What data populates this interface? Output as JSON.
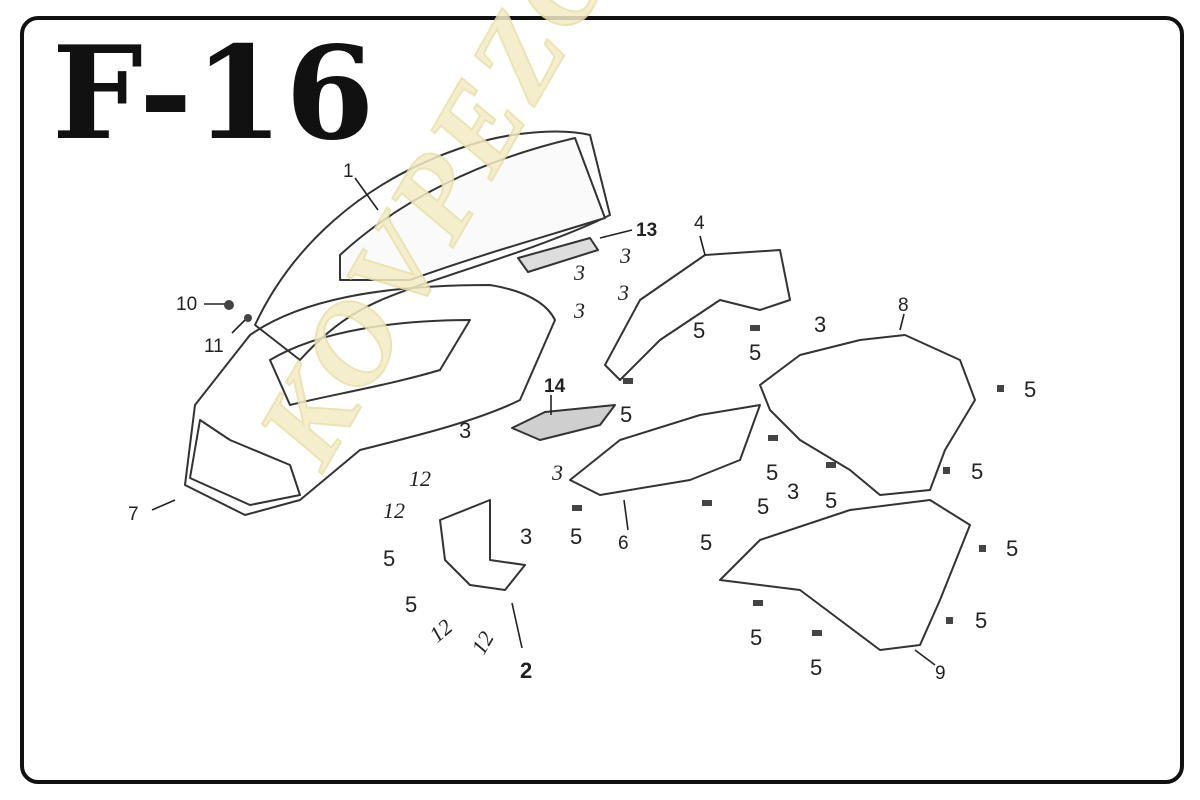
{
  "diagram": {
    "code": "F-16",
    "watermark": "KOVPEZO KFT.",
    "callouts": {
      "p1": "1",
      "p2": "2",
      "p4": "4",
      "p6": "6",
      "p7": "7",
      "p8": "8",
      "p9": "9",
      "p10": "10",
      "p11": "11",
      "p13": "13",
      "p14": "14",
      "p3a": "3",
      "p3b": "3",
      "p3c": "3",
      "p3d": "3",
      "p3e": "3",
      "p3f": "3",
      "p3g": "3",
      "p3h": "3",
      "p3i": "3",
      "p5a": "5",
      "p5b": "5",
      "p5c": "5",
      "p5d": "5",
      "p5e": "5",
      "p5f": "5",
      "p5g": "5",
      "p5h": "5",
      "p5i": "5",
      "p5j": "5",
      "p5k": "5",
      "p5l": "5",
      "p5m": "5",
      "p5n": "5",
      "p5o": "5",
      "p5p": "5",
      "p12a": "12",
      "p12b": "12",
      "p12c": "12",
      "p12d": "12"
    }
  }
}
